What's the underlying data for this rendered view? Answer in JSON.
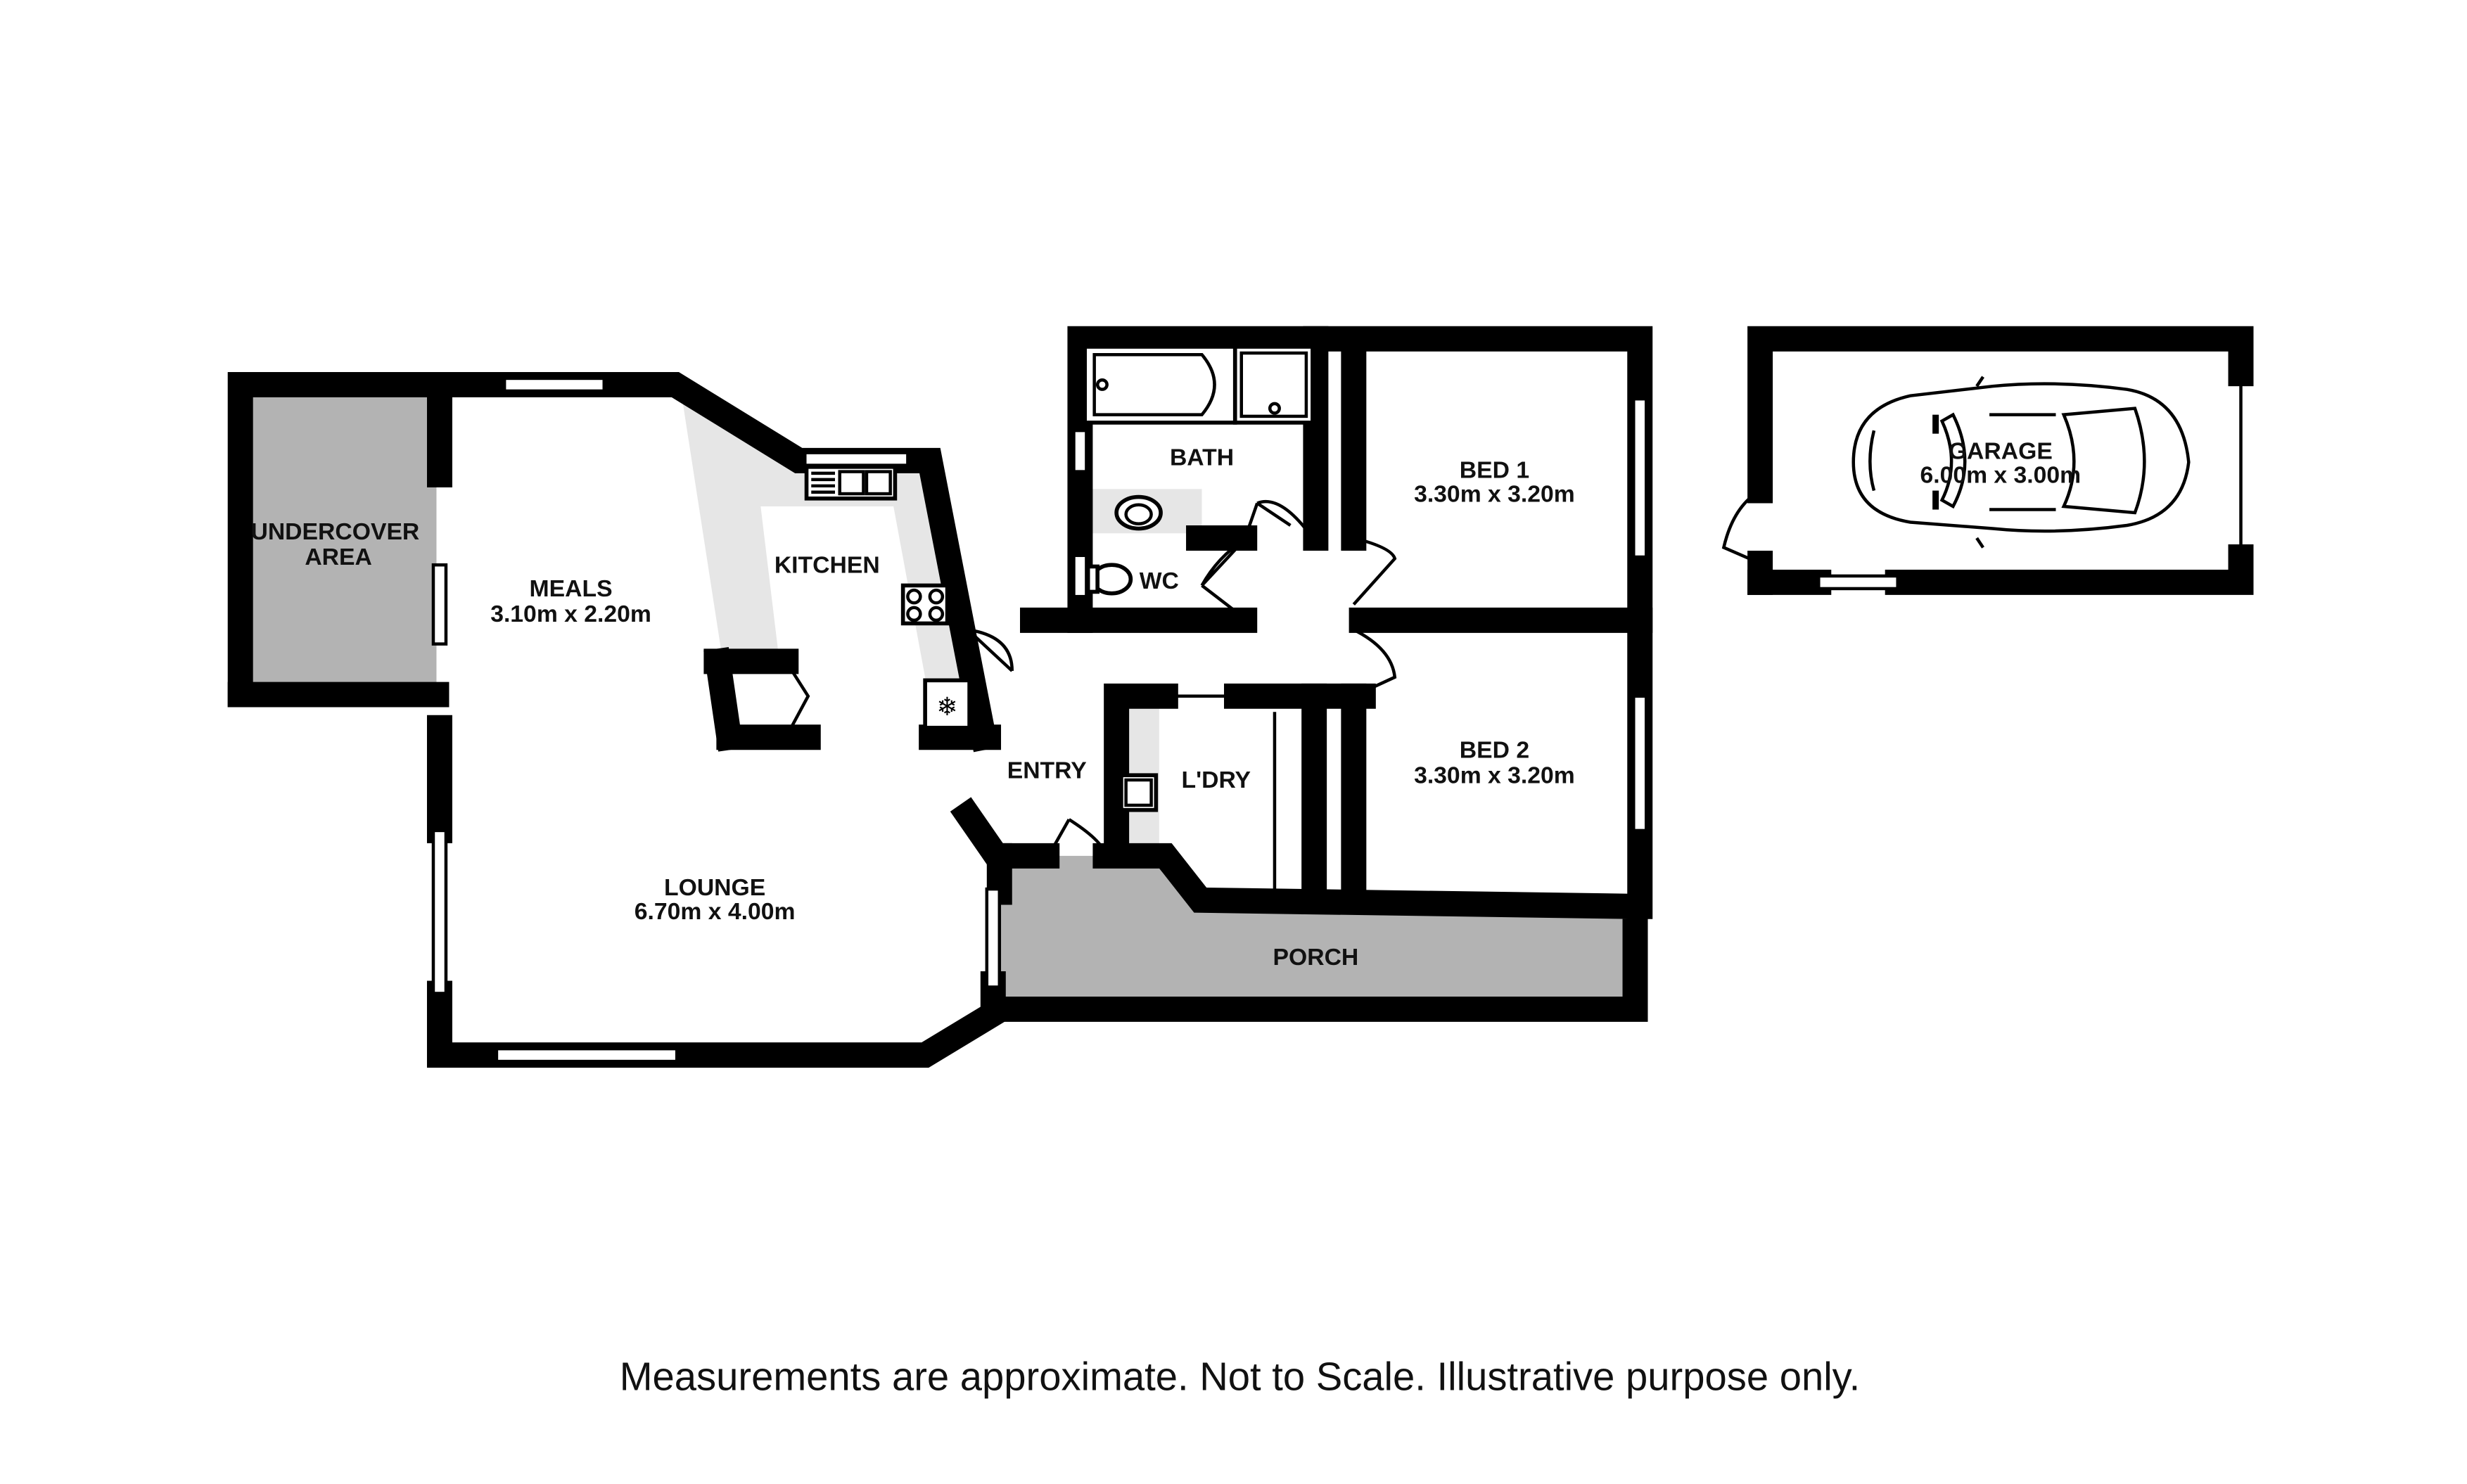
{
  "rooms": {
    "undercover": {
      "line1": "UNDERCOVER",
      "line2": "AREA"
    },
    "meals": {
      "name": "MEALS",
      "size": "3.10m  x 2.20m"
    },
    "kitchen": {
      "name": "KITCHEN"
    },
    "lounge": {
      "name": "LOUNGE",
      "size": "6.70m  x 4.00m"
    },
    "entry": {
      "name": "ENTRY"
    },
    "bath": {
      "name": "BATH"
    },
    "wc": {
      "name": "WC"
    },
    "laundry": {
      "name": "L'DRY"
    },
    "bed1": {
      "name": "BED 1",
      "size": "3.30m  x 3.20m"
    },
    "bed2": {
      "name": "BED 2",
      "size": "3.30m  x 3.20m"
    },
    "porch": {
      "name": "PORCH"
    },
    "garage": {
      "name": "GARAGE",
      "size": "6.00m  x 3.00m"
    }
  },
  "footer": {
    "disclaimer": "Measurements are approximate.  Not to Scale.  Illustrative purpose only."
  },
  "colors": {
    "wall": "#000000",
    "outdoor_area": "#b3b3b3",
    "benchtop": "#e6e6e6",
    "background": "#ffffff"
  }
}
